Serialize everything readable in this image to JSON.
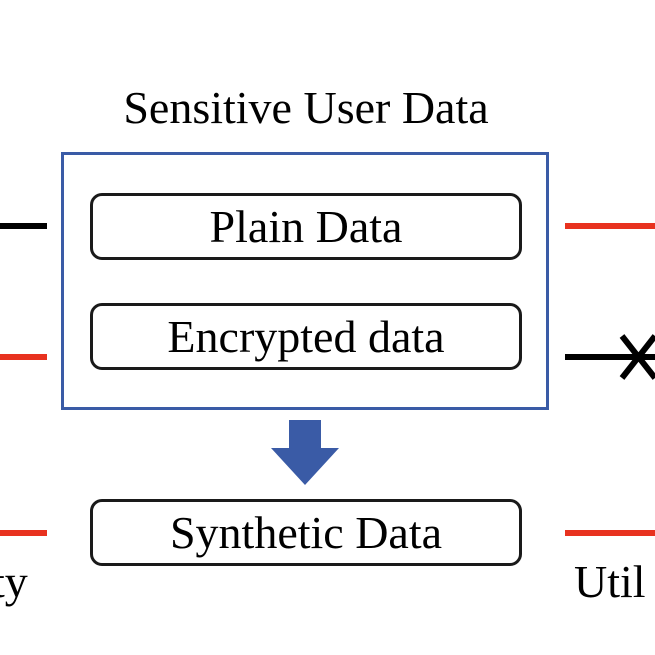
{
  "title": "Sensitive User Data",
  "boxes": {
    "plain": "Plain Data",
    "encrypted": "Encrypted data",
    "synthetic": "Synthetic Data"
  },
  "edge_labels": {
    "left": "ty",
    "right": "Util"
  },
  "colors": {
    "outer_border": "#3a5ba6",
    "arrow": "#3a5ba6",
    "red_line": "#e8321f",
    "black_line": "#000000"
  }
}
